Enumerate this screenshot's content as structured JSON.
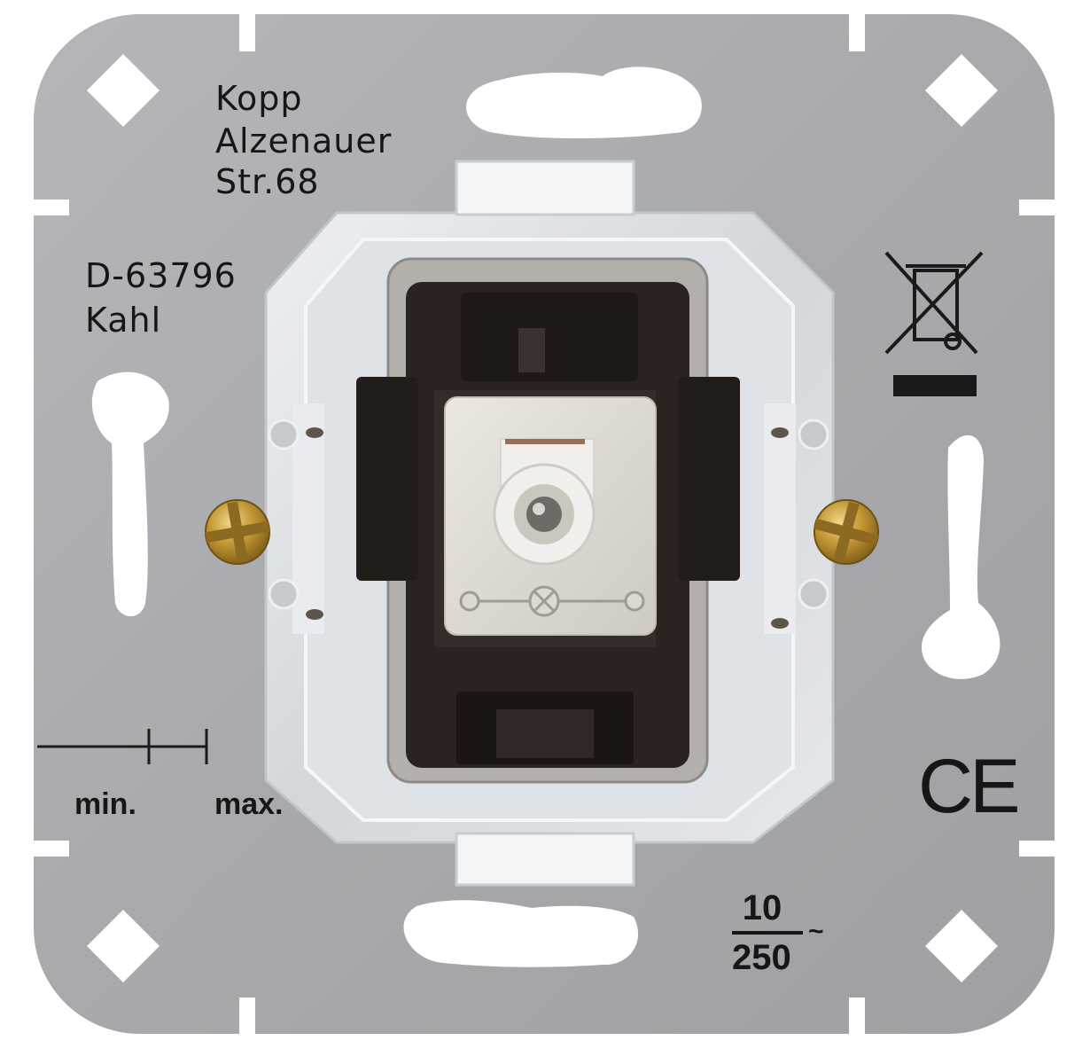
{
  "manufacturer": {
    "name": "Kopp",
    "street_line1": "Alzenauer",
    "street_line2": "Str.68",
    "postcode": "D-63796",
    "city": "Kahl"
  },
  "scale": {
    "min_label": "min.",
    "max_label": "max."
  },
  "rating": {
    "current": "10",
    "voltage": "250",
    "ac_symbol": "~"
  },
  "marks": {
    "ce": "CE",
    "weee_icon": "crossed-out-wheelie-bin-icon"
  },
  "colors": {
    "plate": "#a9abad",
    "frame": "#d9dce0",
    "mechanism": "#2a2320",
    "insert": "#dcd8d2",
    "brass": "#b58a2e"
  }
}
